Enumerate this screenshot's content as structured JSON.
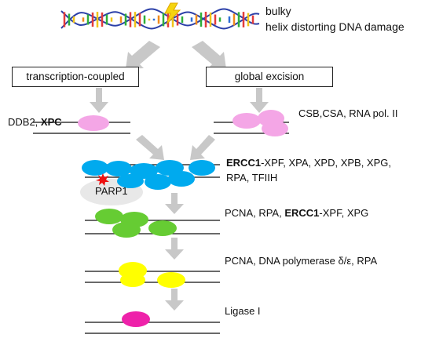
{
  "damage": {
    "line1": "bulky",
    "line2": "helix distorting DNA damage"
  },
  "pathways": {
    "left": "transcription-coupled",
    "right": "global excision"
  },
  "steps": {
    "left_recognition": {
      "prefix": "DDB2, ",
      "bold": "XPC"
    },
    "right_recognition": "CSB,CSA, RNA pol. II",
    "incision_line1": {
      "bold": "ERCC1",
      "rest": "-XPF, XPA, XPD, XPB, XPG,"
    },
    "incision_line2": "RPA, TFIIH",
    "parp": "PARP1",
    "excision": {
      "prefix": "PCNA, RPA, ",
      "bold": "ERCC1",
      "suffix": "-XPF, XPG"
    },
    "synthesis": "PCNA, DNA polymerase δ/ε, RPA",
    "ligation": "Ligase I"
  },
  "colors": {
    "xpc_protein": "#f4a6e6",
    "csb_protein": "#f4a6e6",
    "ercc1_complex": "#00aaee",
    "pcna_complex": "#66cc33",
    "polymerase": "#ffff00",
    "ligase": "#ee22aa",
    "parp_bg": "#e8e8e8",
    "parp_star": "#ee1111",
    "arrow": "#c8c8c8",
    "strand": "#111111"
  }
}
